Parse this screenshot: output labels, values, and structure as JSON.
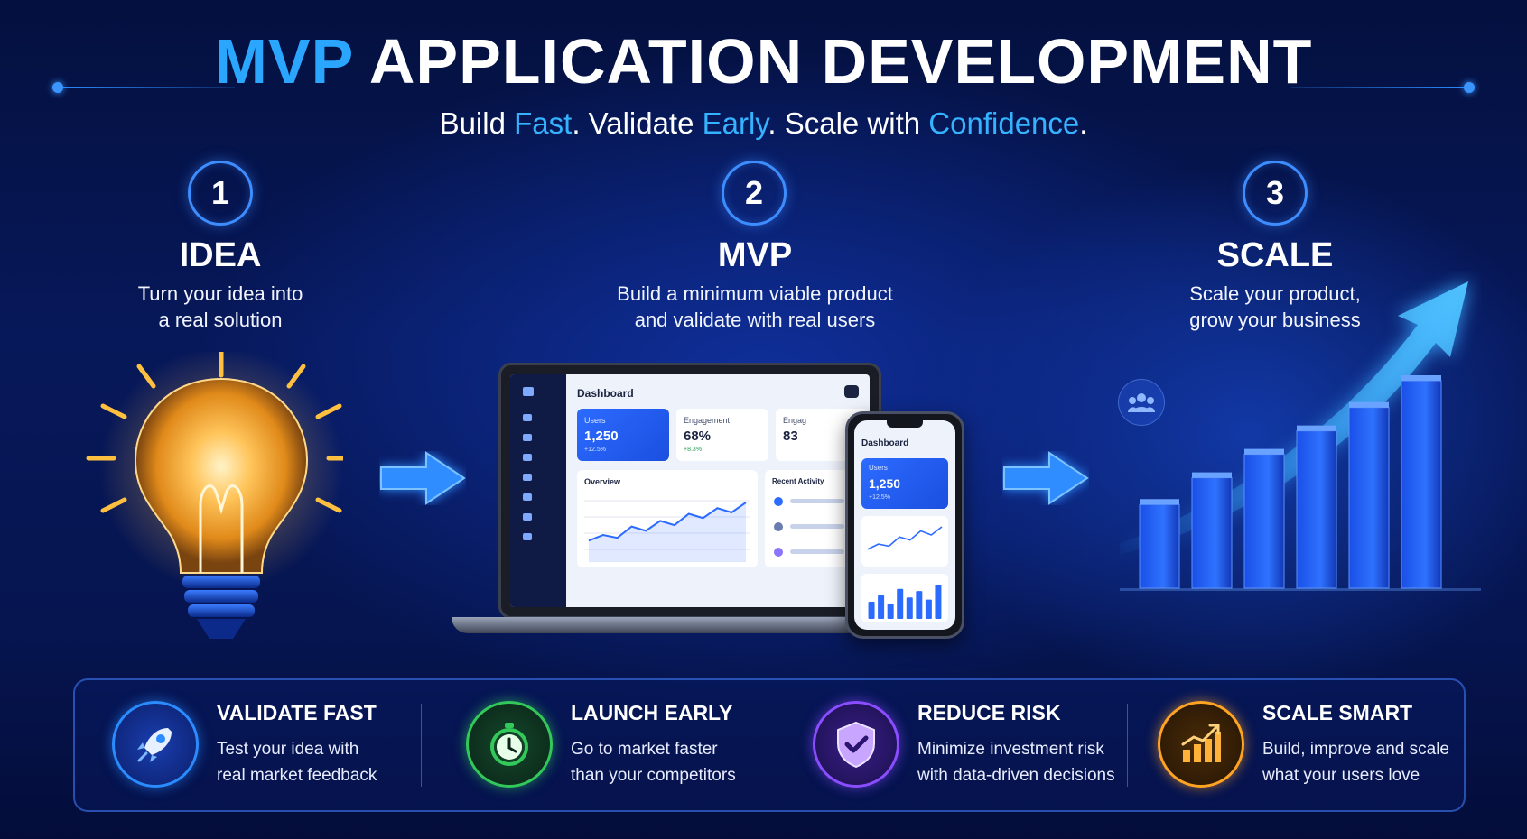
{
  "header": {
    "title_accent": "MVP",
    "title_rest": " APPLICATION DEVELOPMENT",
    "subtitle_parts": [
      "Build ",
      "Fast",
      ". Validate ",
      "Early",
      ". Scale with ",
      "Confidence",
      "."
    ]
  },
  "steps": [
    {
      "number": "1",
      "title": "IDEA",
      "desc_line1": "Turn your idea into",
      "desc_line2": "a real solution",
      "icon": "lightbulb-icon"
    },
    {
      "number": "2",
      "title": "MVP",
      "desc_line1": "Build a minimum viable product",
      "desc_line2": "and validate with real users",
      "icon": "devices-icon"
    },
    {
      "number": "3",
      "title": "SCALE",
      "desc_line1": "Scale your product,",
      "desc_line2": "grow your business",
      "icon": "growth-chart-icon"
    }
  ],
  "laptop_dashboard": {
    "title": "Dashboard",
    "cards": [
      {
        "label": "Users",
        "value": "1,250",
        "delta": "+12.5%"
      },
      {
        "label": "Engagement",
        "value": "68%",
        "delta": "+8.3%"
      },
      {
        "label": "Engag",
        "value": "83"
      }
    ],
    "overview_label": "Overview",
    "activity_label": "Recent Activity",
    "chart_series": [
      20,
      28,
      24,
      40,
      34,
      48,
      42,
      58,
      52,
      66,
      60,
      74
    ]
  },
  "phone_dashboard": {
    "title": "Dashboard",
    "card": {
      "label": "Users",
      "value": "1,250",
      "delta": "+12.5%"
    },
    "line_series": [
      20,
      30,
      26,
      44,
      38,
      56,
      48,
      64
    ],
    "bar_series": [
      40,
      55,
      35,
      70,
      50,
      65,
      45,
      80
    ]
  },
  "growth_bars": [
    50,
    66,
    80,
    94,
    108,
    124
  ],
  "features": [
    {
      "title": "VALIDATE FAST",
      "desc_line1": "Test your idea with",
      "desc_line2": "real market feedback",
      "icon": "rocket-icon",
      "color": "#2a8cff"
    },
    {
      "title": "LAUNCH EARLY",
      "desc_line1": "Go to market faster",
      "desc_line2": "than your competitors",
      "icon": "stopwatch-icon",
      "color": "#33c85a"
    },
    {
      "title": "REDUCE RISK",
      "desc_line1": "Minimize investment risk",
      "desc_line2": "with data-driven decisions",
      "icon": "shield-check-icon",
      "color": "#8a4dff"
    },
    {
      "title": "SCALE SMART",
      "desc_line1": "Build, improve and scale",
      "desc_line2": "what your users love",
      "icon": "bar-growth-icon",
      "color": "#ffa322"
    }
  ],
  "colors": {
    "accent": "#2aa6ff",
    "background": "#061550",
    "step_ring": "#3d8dff"
  }
}
